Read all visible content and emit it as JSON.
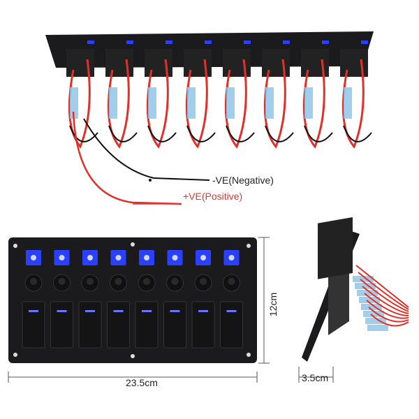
{
  "wiring_labels": {
    "negative": "-VE(Negative)",
    "positive": "+VE(Positive)"
  },
  "dimensions": {
    "width": "23.5cm",
    "height": "12cm",
    "depth": "3.5cm"
  },
  "panel": {
    "switch_count": 8,
    "led_color": "#2b3fff",
    "wire_color": "#e0302a",
    "panel_color": "#1b1b1d"
  }
}
